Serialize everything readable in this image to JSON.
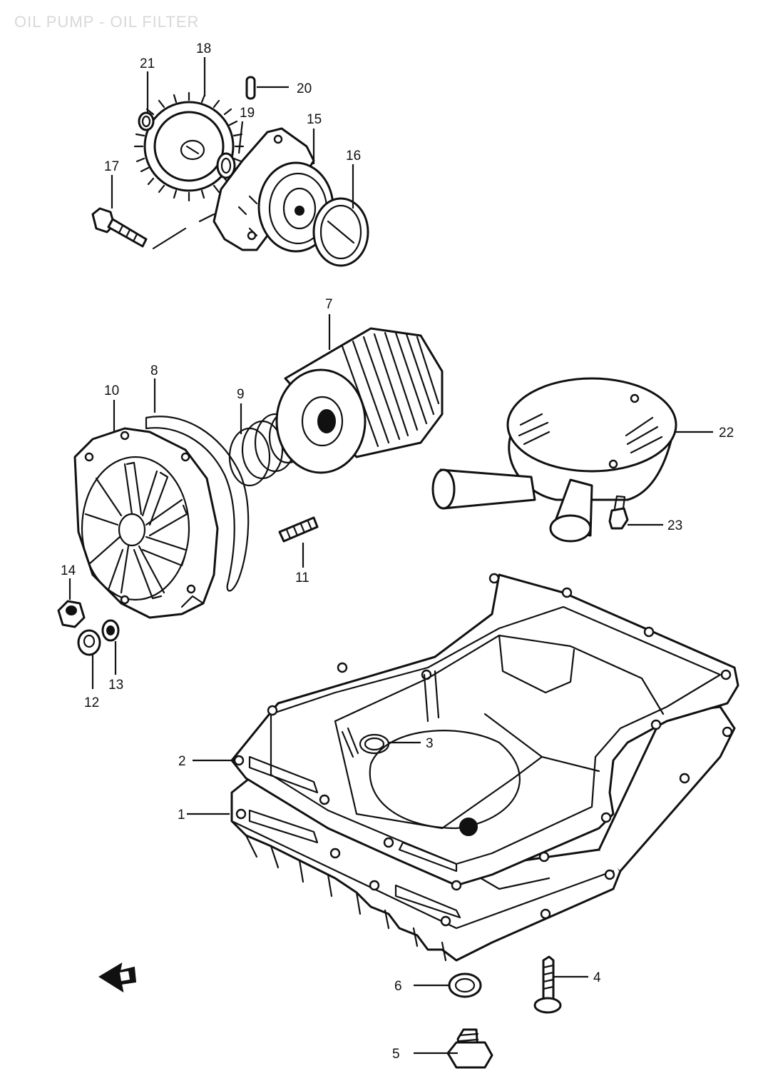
{
  "title": "OIL PUMP - OIL FILTER",
  "callouts": {
    "c1": "1",
    "c2": "2",
    "c3": "3",
    "c4": "4",
    "c5": "5",
    "c6": "6",
    "c7": "7",
    "c8": "8",
    "c9": "9",
    "c10": "10",
    "c11": "11",
    "c12": "12",
    "c13": "13",
    "c14": "14",
    "c15": "15",
    "c16": "16",
    "c17": "17",
    "c18": "18",
    "c19": "19",
    "c20": "20",
    "c21": "21",
    "c22": "22",
    "c23": "23"
  },
  "colors": {
    "ink": "#111111",
    "paper": "#ffffff",
    "title": "#d8d8d8"
  },
  "icons": {
    "front_arrow": "front-arrow-icon"
  }
}
